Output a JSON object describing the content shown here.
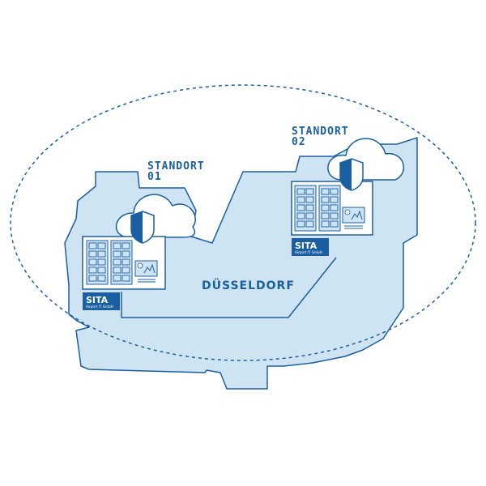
{
  "site1": {
    "label_line1": "STANDORT",
    "label_line2": "01"
  },
  "site2": {
    "label_line1": "STANDORT",
    "label_line2": "02"
  },
  "city": "DÜSSELDORF",
  "logo": {
    "brand": "SITA",
    "subtitle": "Airport IT GmbH"
  },
  "colors": {
    "accent": "#1b5fa3",
    "map_fill": "#cfe4f3",
    "map_stroke": "#1b5fa3",
    "panel_fill": "#ffffff"
  },
  "icons": [
    "cloud-icon",
    "shield-icon",
    "server-rack-icon",
    "monitor-icon",
    "dashed-ellipse"
  ]
}
